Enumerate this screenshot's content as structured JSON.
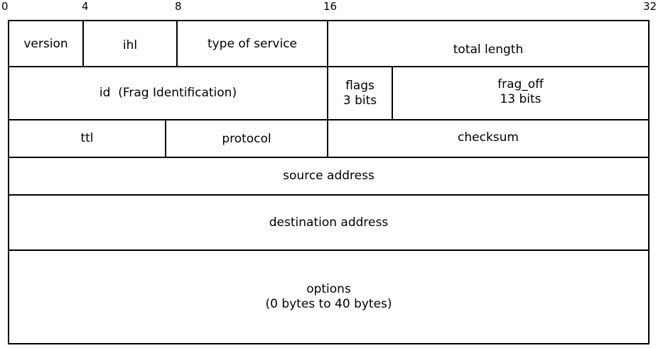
{
  "bit_labels": [
    "0",
    "4",
    "8",
    "16",
    "32"
  ],
  "fields": {
    "version": "version",
    "ihl": "ihl",
    "type_of_service": "type of service",
    "total_length": "total length",
    "id": "id  (Frag Identification)",
    "flags": {
      "line1": "flags",
      "line2": "3 bits"
    },
    "frag_off": {
      "line1": "frag_off",
      "line2": "13 bits"
    },
    "ttl": "ttl",
    "protocol": "protocol",
    "checksum": "checksum",
    "source_address": "source address",
    "destination_address": "destination address",
    "options": {
      "line1": "options",
      "line2": "(0 bytes to 40 bytes)"
    }
  }
}
